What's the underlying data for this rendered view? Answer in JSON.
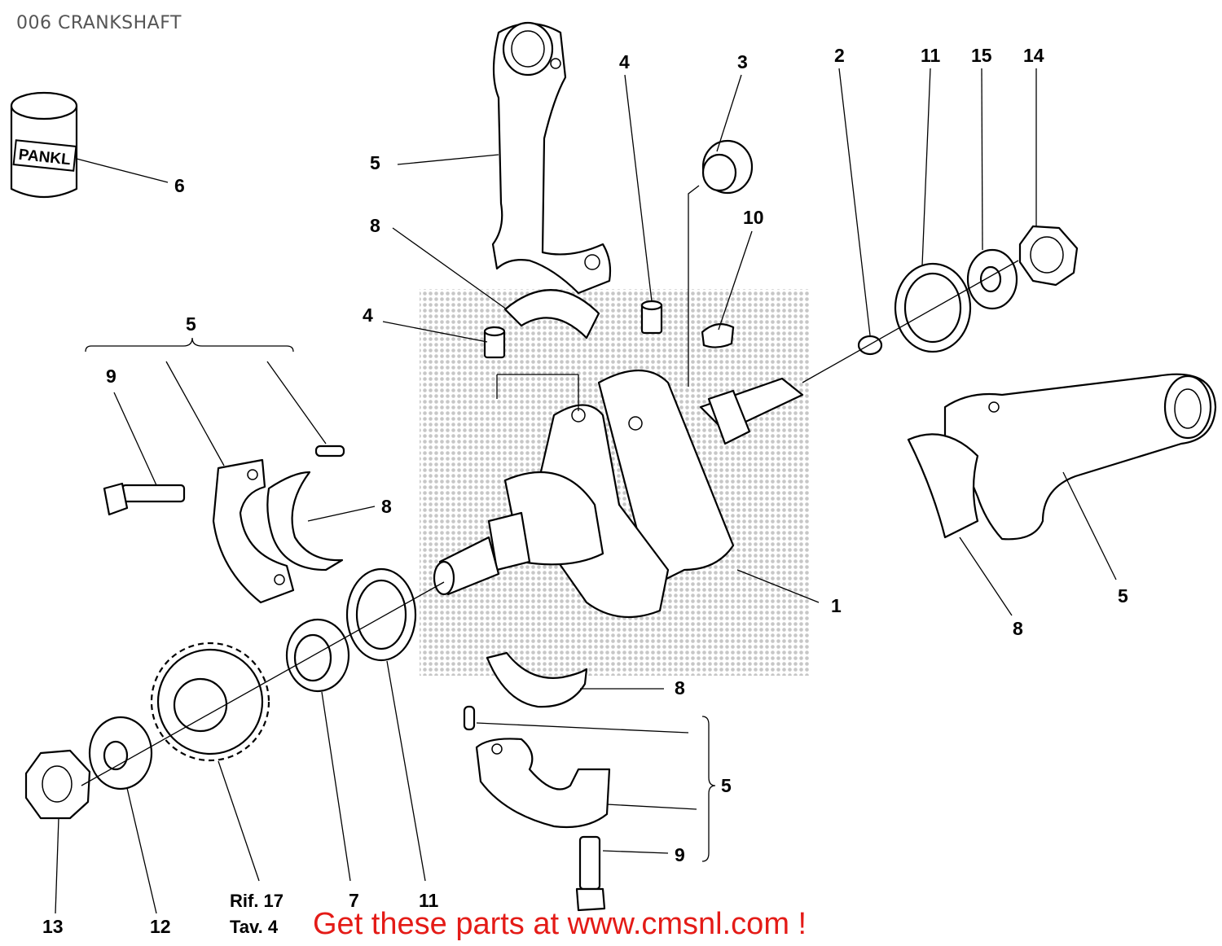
{
  "title": "006 CRANKSHAFT",
  "brand_color": "#e41b17",
  "stamp_text": "PANKL",
  "banner": "Get these parts at www.cmsnl.com !",
  "reference": {
    "line1": "Rif. 17",
    "line2": "Tav. 4"
  },
  "callouts": {
    "c1": "1",
    "c2": "2",
    "c3": "3",
    "c4a": "4",
    "c4b": "4",
    "c5_top": "5",
    "c5_left": "5",
    "c5_right": "5",
    "c5_bottom": "5",
    "c6": "6",
    "c7": "7",
    "c8_top": "8",
    "c8_left": "8",
    "c8_right": "8",
    "c8_bottom": "8",
    "c9_left": "9",
    "c9_bottom": "9",
    "c10": "10",
    "c11_top": "11",
    "c11_bottom": "11",
    "c12": "12",
    "c13": "13",
    "c14": "14",
    "c15": "15"
  }
}
